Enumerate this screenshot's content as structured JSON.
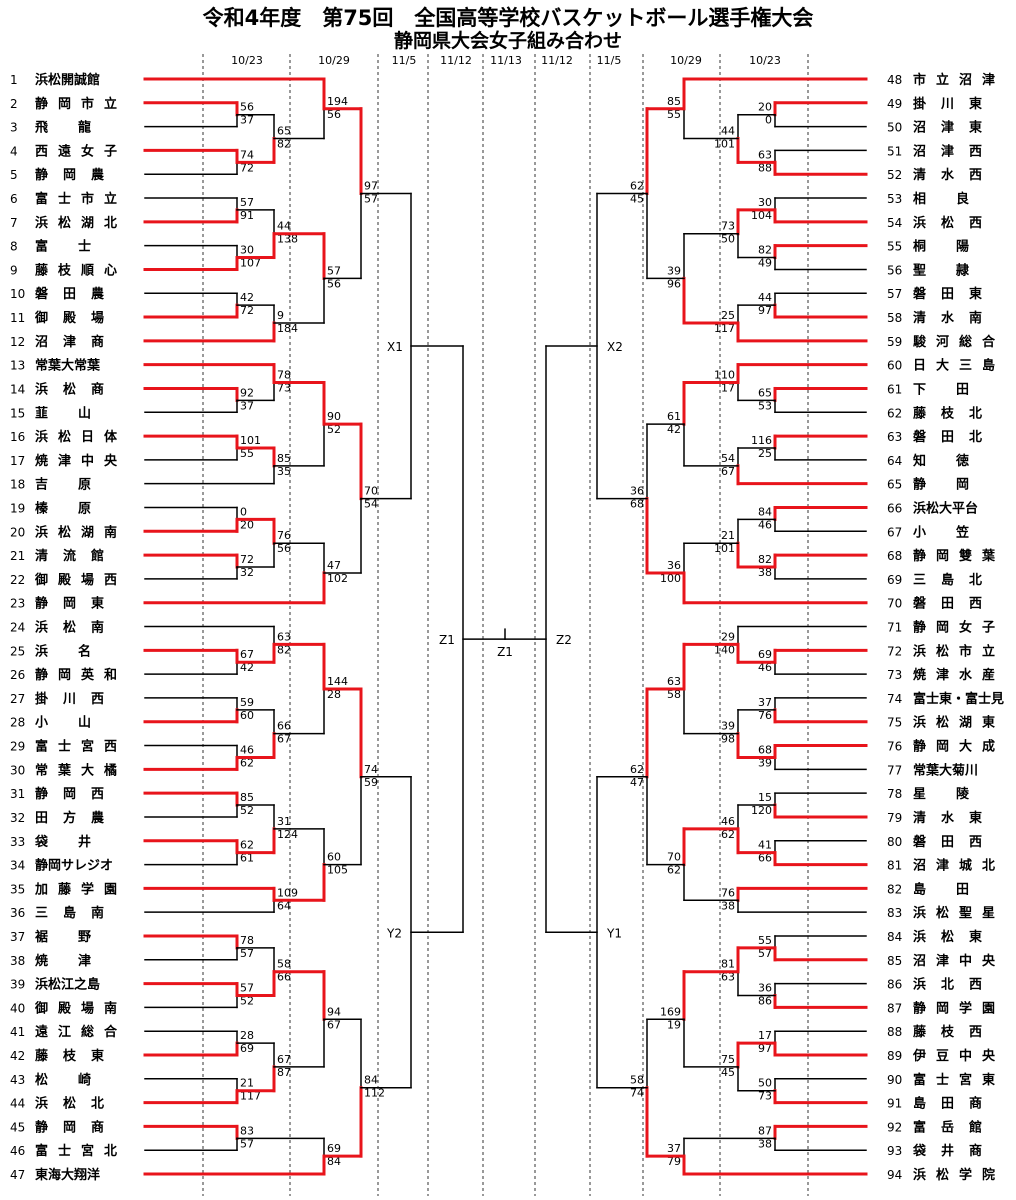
{
  "title": {
    "line1": "令和4年度　第75回　全国高等学校バスケットボール選手権大会",
    "line2": "静岡県大会女子組み合わせ"
  },
  "colors": {
    "winner": "#e8141b",
    "line": "#000000"
  },
  "round_dates": [
    "10/23",
    "10/29",
    "11/5",
    "11/12",
    "11/13",
    "11/12",
    "11/5",
    "10/29",
    "10/23"
  ],
  "left_teams": [
    "浜松開誠館",
    "静岡市立",
    "飛龍",
    "西遠女子",
    "静岡農",
    "富士市立",
    "浜松湖北",
    "富士",
    "藤枝順心",
    "磐田農",
    "御殿場",
    "沼津商",
    "常葉大常葉",
    "浜松商",
    "韮山",
    "浜松日体",
    "焼津中央",
    "吉原",
    "榛原",
    "浜松湖南",
    "清流館",
    "御殿場西",
    "静岡東",
    "浜松南",
    "浜名",
    "静岡英和",
    "掛川西",
    "小山",
    "富士宮西",
    "常葉大橘",
    "静岡西",
    "田方農",
    "袋井",
    "静岡サレジオ",
    "加藤学園",
    "三島南",
    "裾野",
    "焼津",
    "浜松江之島",
    "御殿場南",
    "遠江総合",
    "藤枝東",
    "松崎",
    "浜松北",
    "静岡商",
    "富士宮北",
    "東海大翔洋"
  ],
  "right_teams": [
    "市立沼津",
    "掛川東",
    "沼津東",
    "沼津西",
    "清水西",
    "相良",
    "浜松西",
    "桐陽",
    "聖隷",
    "磐田東",
    "清水南",
    "駿河総合",
    "日大三島",
    "下田",
    "藤枝北",
    "磐田北",
    "知徳",
    "静岡",
    "浜松大平台",
    "小笠",
    "静岡雙葉",
    "三島北",
    "磐田西",
    "静岡女子",
    "浜松市立",
    "焼津水産",
    "富士東・富士見",
    "浜松湖東",
    "静岡大成",
    "常葉大菊川",
    "星陵",
    "清水東",
    "磐田西",
    "沼津城北",
    "島田",
    "浜松聖星",
    "浜松東",
    "沼津中央",
    "浜北西",
    "静岡学園",
    "藤枝西",
    "伊豆中央",
    "富士宮東",
    "島田商",
    "富岳館",
    "袋井商",
    "浜松学院"
  ],
  "labels": {
    "x1": "X1",
    "y2": "Y2",
    "z1": "Z1",
    "z1_final": "Z1",
    "z2": "Z2",
    "x2": "X2",
    "y1": "Y1"
  },
  "matches": {
    "left": {
      "r1": [
        {
          "a": "56",
          "b": "37",
          "w": 0
        },
        {
          "a": "74",
          "b": "72",
          "w": 0
        },
        {
          "a": "57",
          "b": "91",
          "w": 1
        },
        {
          "a": "30",
          "b": "107",
          "w": 1
        },
        {
          "a": "42",
          "b": "72",
          "w": 1
        },
        {
          "a": "92",
          "b": "37",
          "w": 0
        },
        {
          "a": "101",
          "b": "55",
          "w": 0
        },
        {
          "a": "0",
          "b": "20",
          "w": 1
        },
        {
          "a": "72",
          "b": "32",
          "w": 0
        },
        {
          "a": "67",
          "b": "42",
          "w": 0
        },
        {
          "a": "59",
          "b": "60",
          "w": 1
        },
        {
          "a": "46",
          "b": "62",
          "w": 1
        },
        {
          "a": "85",
          "b": "52",
          "w": 0
        },
        {
          "a": "62",
          "b": "61",
          "w": 0
        },
        {
          "a": "78",
          "b": "57",
          "w": 0
        },
        {
          "a": "57",
          "b": "52",
          "w": 0
        },
        {
          "a": "28",
          "b": "69",
          "w": 1
        },
        {
          "a": "21",
          "b": "117",
          "w": 1
        },
        {
          "a": "83",
          "b": "57",
          "w": 0
        }
      ],
      "r2": [
        {
          "a": "65",
          "b": "82",
          "w": 1
        },
        {
          "a": "44",
          "b": "138",
          "w": 1
        },
        {
          "a": "9",
          "b": "184",
          "w": 1
        },
        {
          "a": "78",
          "b": "73",
          "w": 0
        },
        {
          "a": "85",
          "b": "35",
          "w": 0
        },
        {
          "a": "76",
          "b": "56",
          "w": 0
        },
        {
          "a": "63",
          "b": "82",
          "w": 1
        },
        {
          "a": "66",
          "b": "67",
          "w": 1
        },
        {
          "a": "31",
          "b": "124",
          "w": 1
        },
        {
          "a": "109",
          "b": "64",
          "w": 0
        },
        {
          "a": "58",
          "b": "66",
          "w": 1
        },
        {
          "a": "67",
          "b": "87",
          "w": 1
        }
      ],
      "r3": [
        {
          "a": "194",
          "b": "56",
          "w": 0
        },
        {
          "a": "57",
          "b": "56",
          "w": 0
        },
        {
          "a": "90",
          "b": "52",
          "w": 0
        },
        {
          "a": "47",
          "b": "102",
          "w": 1
        },
        {
          "a": "144",
          "b": "28",
          "w": 0
        },
        {
          "a": "60",
          "b": "105",
          "w": 1
        },
        {
          "a": "94",
          "b": "67",
          "w": 0
        },
        {
          "a": "69",
          "b": "84",
          "w": 1
        }
      ],
      "r4": [
        {
          "a": "97",
          "b": "57",
          "w": 0
        },
        {
          "a": "70",
          "b": "54",
          "w": 0
        },
        {
          "a": "74",
          "b": "59",
          "w": 0
        },
        {
          "a": "84",
          "b": "112",
          "w": 1
        }
      ]
    },
    "right": {
      "r1": [
        {
          "a": "20",
          "b": "0",
          "w": 0
        },
        {
          "a": "63",
          "b": "88",
          "w": 1
        },
        {
          "a": "30",
          "b": "104",
          "w": 1
        },
        {
          "a": "82",
          "b": "49",
          "w": 0
        },
        {
          "a": "44",
          "b": "97",
          "w": 1
        },
        {
          "a": "65",
          "b": "53",
          "w": 0
        },
        {
          "a": "116",
          "b": "25",
          "w": 0
        },
        {
          "a": "84",
          "b": "46",
          "w": 0
        },
        {
          "a": "82",
          "b": "38",
          "w": 0
        },
        {
          "a": "69",
          "b": "46",
          "w": 0
        },
        {
          "a": "37",
          "b": "76",
          "w": 1
        },
        {
          "a": "68",
          "b": "39",
          "w": 0
        },
        {
          "a": "15",
          "b": "120",
          "w": 1
        },
        {
          "a": "41",
          "b": "66",
          "w": 1
        },
        {
          "a": "55",
          "b": "57",
          "w": 1
        },
        {
          "a": "36",
          "b": "86",
          "w": 1
        },
        {
          "a": "17",
          "b": "97",
          "w": 1
        },
        {
          "a": "50",
          "b": "73",
          "w": 1
        },
        {
          "a": "87",
          "b": "38",
          "w": 0
        }
      ],
      "r2": [
        {
          "a": "44",
          "b": "101",
          "w": 1
        },
        {
          "a": "73",
          "b": "50",
          "w": 0
        },
        {
          "a": "25",
          "b": "117",
          "w": 1
        },
        {
          "a": "110",
          "b": "17",
          "w": 0
        },
        {
          "a": "54",
          "b": "67",
          "w": 1
        },
        {
          "a": "21",
          "b": "101",
          "w": 1
        },
        {
          "a": "29",
          "b": "140",
          "w": 1
        },
        {
          "a": "39",
          "b": "98",
          "w": 1
        },
        {
          "a": "46",
          "b": "62",
          "w": 1
        },
        {
          "a": "76",
          "b": "38",
          "w": 0
        },
        {
          "a": "81",
          "b": "63",
          "w": 0
        },
        {
          "a": "75",
          "b": "45",
          "w": 0
        }
      ],
      "r3": [
        {
          "a": "85",
          "b": "55",
          "w": 0
        },
        {
          "a": "39",
          "b": "96",
          "w": 1
        },
        {
          "a": "61",
          "b": "42",
          "w": 0
        },
        {
          "a": "36",
          "b": "100",
          "w": 1
        },
        {
          "a": "63",
          "b": "58",
          "w": 0
        },
        {
          "a": "70",
          "b": "62",
          "w": 0
        },
        {
          "a": "169",
          "b": "19",
          "w": 0
        },
        {
          "a": "37",
          "b": "79",
          "w": 1
        }
      ],
      "r4": [
        {
          "a": "62",
          "b": "45",
          "w": 0
        },
        {
          "a": "36",
          "b": "68",
          "w": 1
        },
        {
          "a": "62",
          "b": "47",
          "w": 0
        },
        {
          "a": "58",
          "b": "74",
          "w": 1
        }
      ]
    }
  }
}
